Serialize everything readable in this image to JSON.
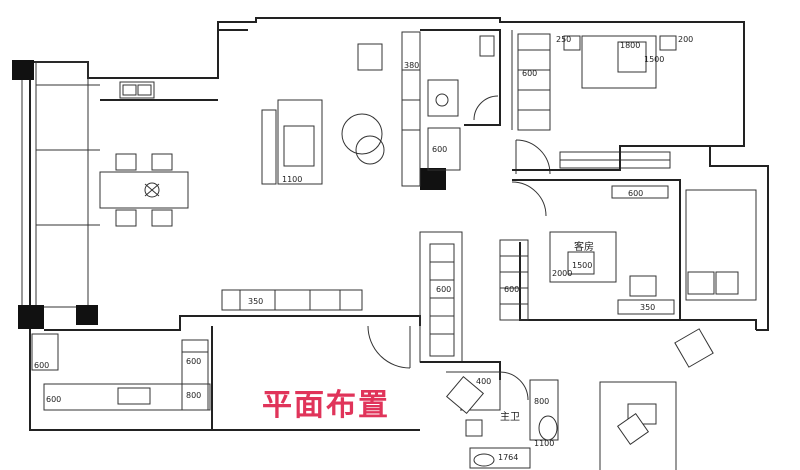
{
  "title": "平面布置",
  "rooms": {
    "guest_room": "客房",
    "master_bath": "主卫"
  },
  "dimensions": {
    "sofa_width": "1100",
    "toilet_top": "380",
    "cabinet_600_a": "600",
    "bedroom_cab_250": "250",
    "bedroom_tv_1800": "1800",
    "bedroom_bed_1500": "1500",
    "bedroom_cab_200": "200",
    "tv_cabinet_350": "350",
    "guest_wardrobe_600": "600",
    "guest_bed_1500": "1500",
    "guest_bed_2000": "2000",
    "guest_desk_600": "600",
    "guest_desk_350": "350",
    "hall_cabinet_600": "600",
    "kitchen_fridge_600": "600",
    "kitchen_counter_600": "600",
    "kitchen_sink_side_600": "600",
    "kitchen_side_800": "800",
    "bath_400": "400",
    "bath_bottom_1764": "1764",
    "shower_800": "800",
    "bath_1100": "1100",
    "master_wardrobe_600": "600"
  },
  "colors": {
    "title": "#e0345a",
    "wall": "#222222"
  }
}
